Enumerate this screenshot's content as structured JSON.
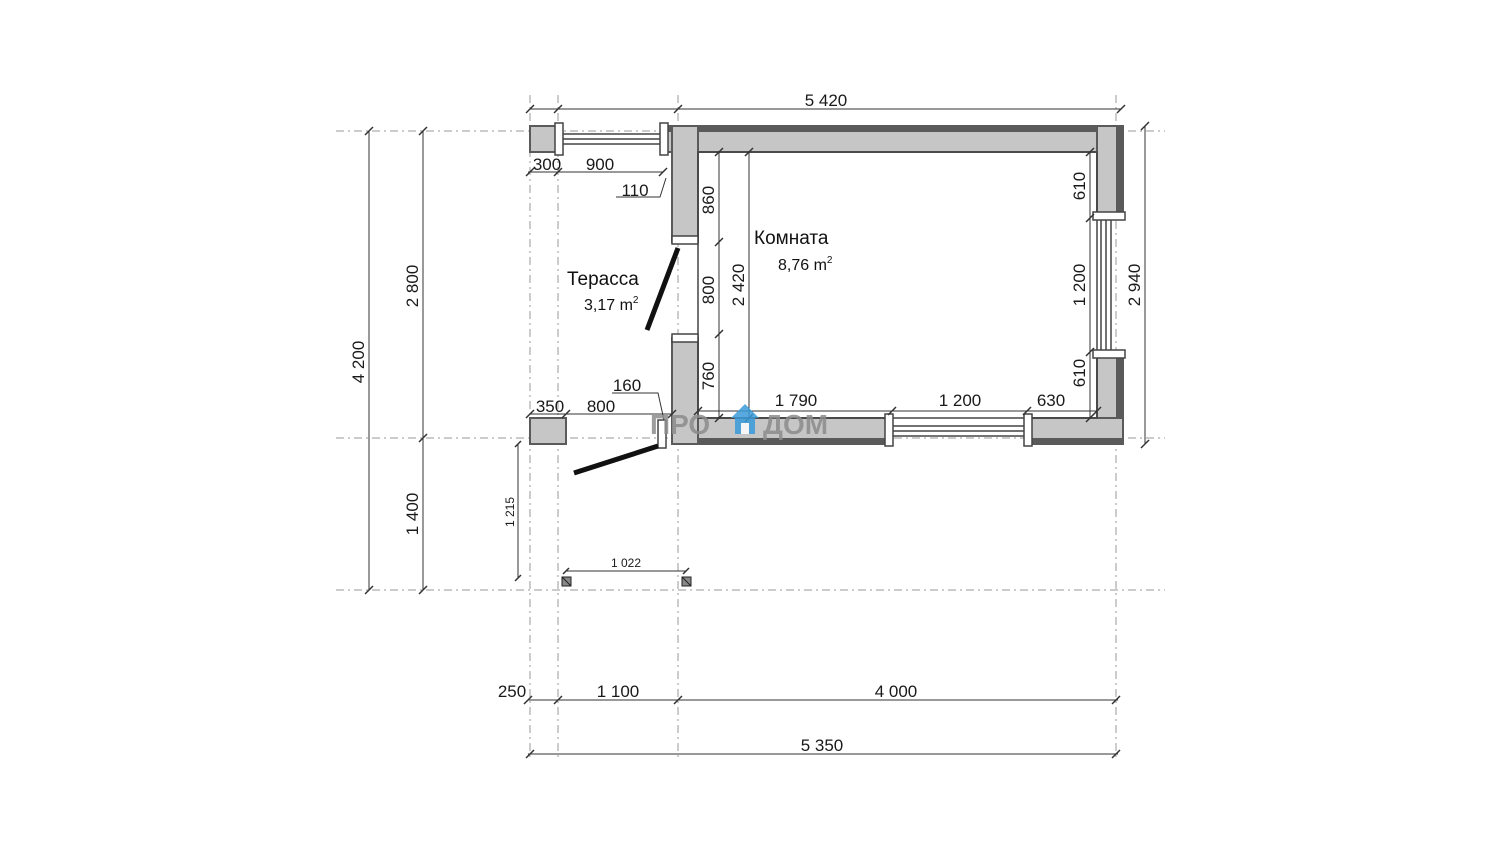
{
  "colors": {
    "wall_fill": "#c6c6c6",
    "wall_dark": "#5a5a5a",
    "line": "#222222",
    "grid_line": "#9a9a9a",
    "logo_grey": "#8c8c8c",
    "logo_blue": "#3a9bd9"
  },
  "rooms": {
    "room": {
      "name": "Комната",
      "area": "8,76 m",
      "area_sup": "2"
    },
    "terrace": {
      "name": "Терасса",
      "area": "3,17 m",
      "area_sup": "2"
    }
  },
  "logo": {
    "left": "ПРО",
    "right": "ДОМ",
    "icon": "house-icon"
  },
  "dimensions": {
    "top_overall": "5 420",
    "top_300": "300",
    "top_900": "900",
    "top_110": "110",
    "left_860": "860",
    "left_800": "800",
    "left_760": "760",
    "inner_2420": "2 420",
    "right_610_top": "610",
    "right_1200": "1 200",
    "right_610_bottom": "610",
    "right_overall": "2 940",
    "bottom_160": "160",
    "bottom_350": "350",
    "bottom_800": "800",
    "bottom_1790": "1 790",
    "bottom_1200": "1 200",
    "bottom_630": "630",
    "outer_4200": "4 200",
    "outer_2800": "2 800",
    "outer_1400": "1 400",
    "post_1215": "1 215",
    "post_1022": "1 022",
    "base_250": "250",
    "base_1100": "1 100",
    "base_4000": "4 000",
    "base_total": "5 350"
  }
}
